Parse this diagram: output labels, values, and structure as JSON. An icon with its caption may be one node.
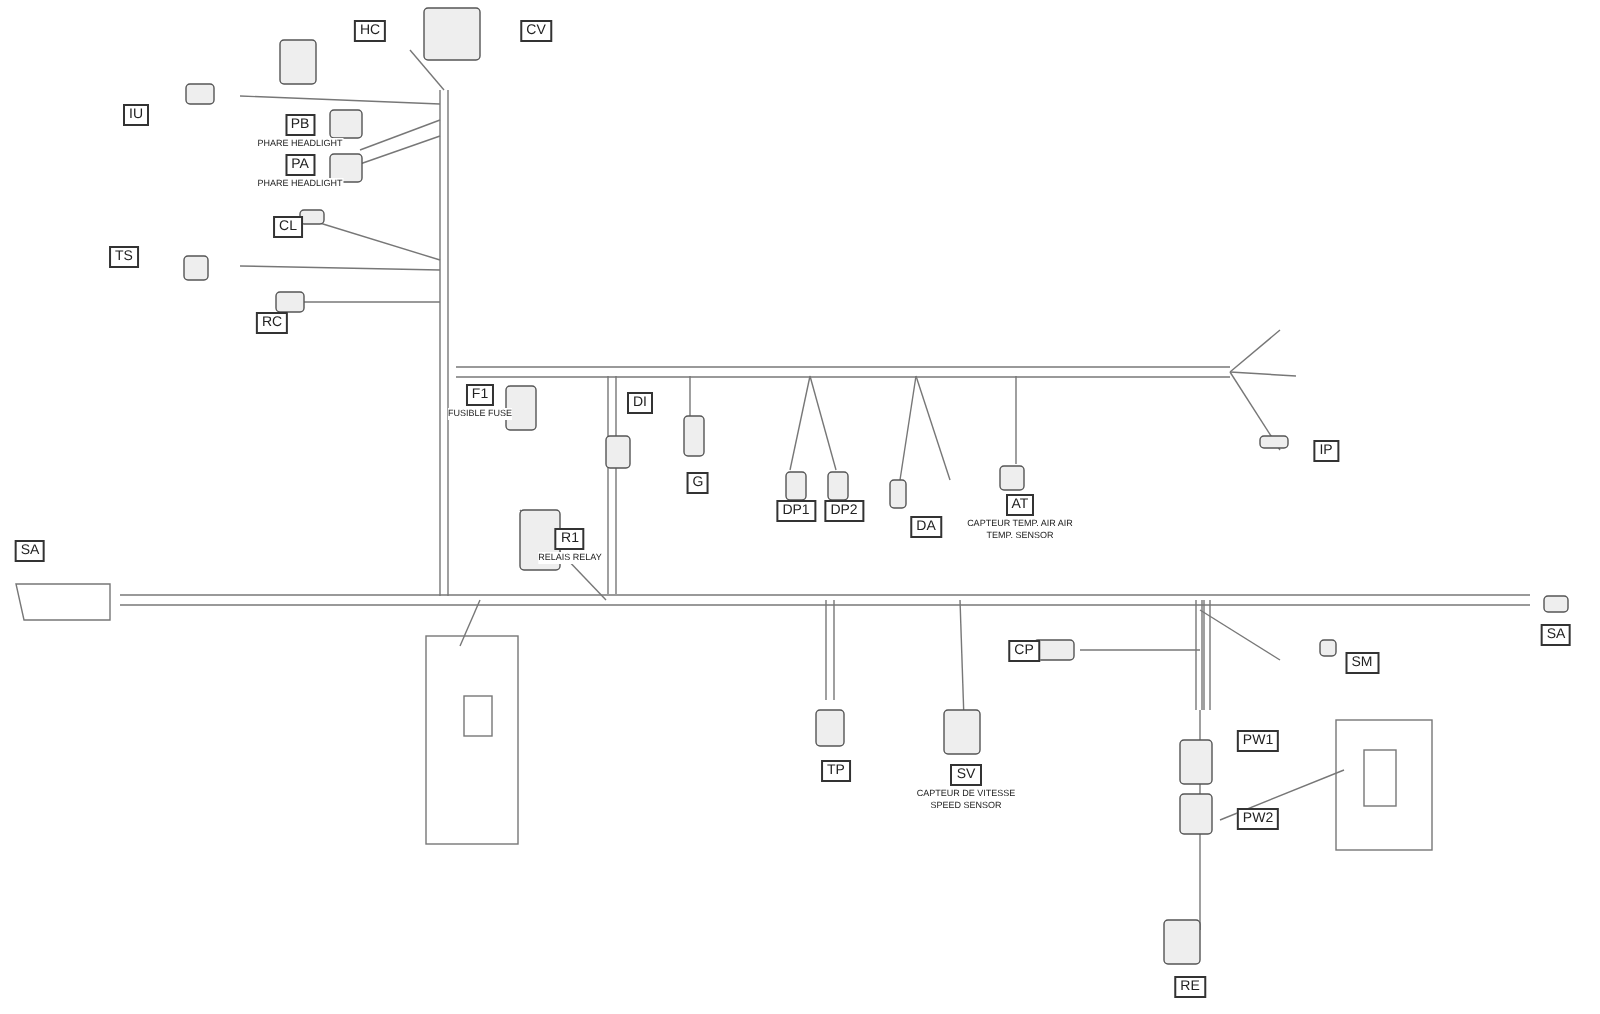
{
  "diagram": {
    "nodes": [
      {
        "text": [
          "HC"
        ]
      },
      {
        "text": [
          "CV"
        ]
      },
      {
        "text": [
          "IU"
        ]
      },
      {
        "text": [
          "PB",
          "PHARE HEADLIGHT"
        ]
      },
      {
        "text": [
          "PA",
          "PHARE HEADLIGHT"
        ]
      },
      {
        "text": [
          "CL"
        ]
      },
      {
        "text": [
          "TS"
        ]
      },
      {
        "text": [
          "RC"
        ]
      },
      {
        "text": [
          "F1",
          "FUSIBLE FUSE"
        ]
      },
      {
        "text": [
          "DI"
        ]
      },
      {
        "text": [
          "G"
        ]
      },
      {
        "text": [
          "DP1"
        ]
      },
      {
        "text": [
          "DP2"
        ]
      },
      {
        "text": [
          "DA"
        ]
      },
      {
        "text": [
          "AT",
          "CAPTEUR TEMP. AIR AIR TEMP. SENSOR"
        ]
      },
      {
        "text": [
          "IP"
        ]
      },
      {
        "text": [
          "SA"
        ]
      },
      {
        "text": [
          "R1",
          "RELAIS RELAY"
        ]
      },
      {
        "text": [
          "TP"
        ]
      },
      {
        "text": [
          "SV",
          "CAPTEUR DE VITESSE SPEED SENSOR"
        ]
      },
      {
        "text": [
          "CP"
        ]
      },
      {
        "text": [
          "SM"
        ]
      },
      {
        "text": [
          "PW1"
        ]
      },
      {
        "text": [
          "PW2"
        ]
      },
      {
        "text": [
          "RE"
        ]
      },
      {
        "text": [
          "SA"
        ]
      }
    ]
  }
}
